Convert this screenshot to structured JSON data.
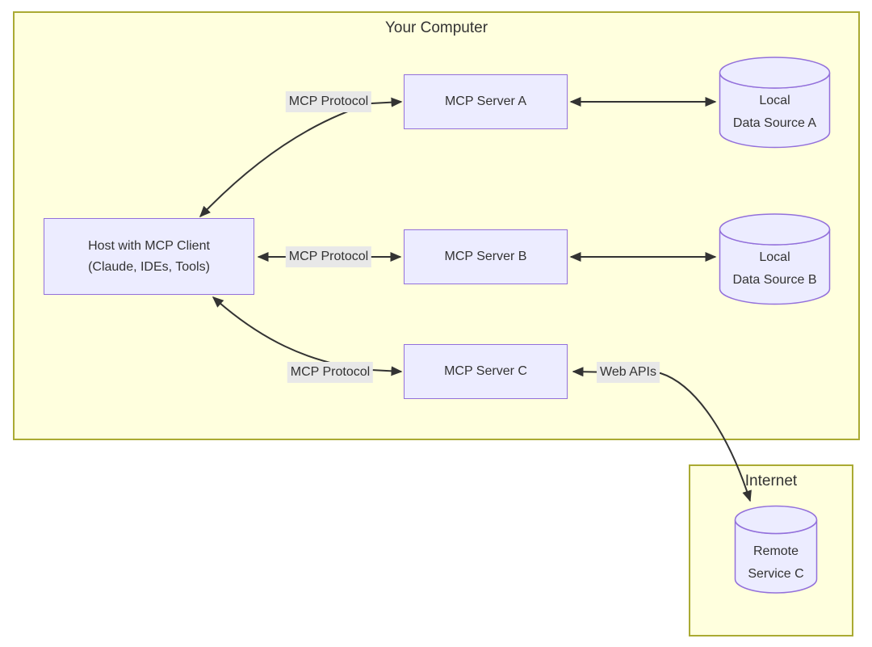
{
  "diagram": {
    "clusters": {
      "your_computer": {
        "title": "Your Computer"
      },
      "internet": {
        "title": "Internet"
      }
    },
    "nodes": {
      "host": {
        "line1": "Host with MCP Client",
        "line2": "(Claude, IDEs, Tools)"
      },
      "server_a": {
        "label": "MCP Server A"
      },
      "server_b": {
        "label": "MCP Server B"
      },
      "server_c": {
        "label": "MCP Server C"
      },
      "data_source_a": {
        "line1": "Local",
        "line2": "Data Source A"
      },
      "data_source_b": {
        "line1": "Local",
        "line2": "Data Source B"
      },
      "remote_service_c": {
        "line1": "Remote",
        "line2": "Service C"
      }
    },
    "edge_labels": {
      "protocol_a": "MCP Protocol",
      "protocol_b": "MCP Protocol",
      "protocol_c": "MCP Protocol",
      "web_apis": "Web APIs"
    },
    "colors": {
      "cluster_fill": "#ffffde",
      "cluster_stroke": "#aaaa33",
      "node_fill": "#ececff",
      "node_stroke": "#9370db",
      "edge_color": "#333333",
      "edge_label_bg": "#e8e8e8",
      "text_color": "#333333"
    }
  }
}
